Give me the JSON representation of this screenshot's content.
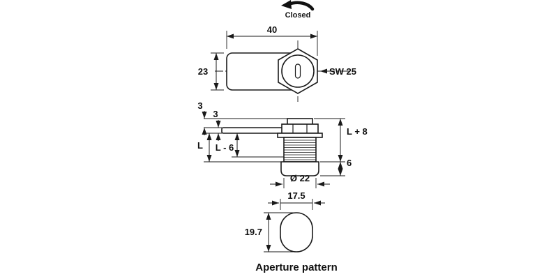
{
  "drawing": {
    "rotation_label": "Closed",
    "front_view": {
      "length": "40",
      "height": "23",
      "wrench_size": "SW 25"
    },
    "side_view": {
      "cam_offset": "3",
      "cam_thickness": "3",
      "grip_length": "L",
      "thread_usable": "L - 6",
      "total_length": "L + 8",
      "bezel_height": "6",
      "thread_diameter": "Ø 22"
    },
    "aperture": {
      "width": "17.5",
      "height": "19.7",
      "caption": "Aperture pattern"
    }
  }
}
